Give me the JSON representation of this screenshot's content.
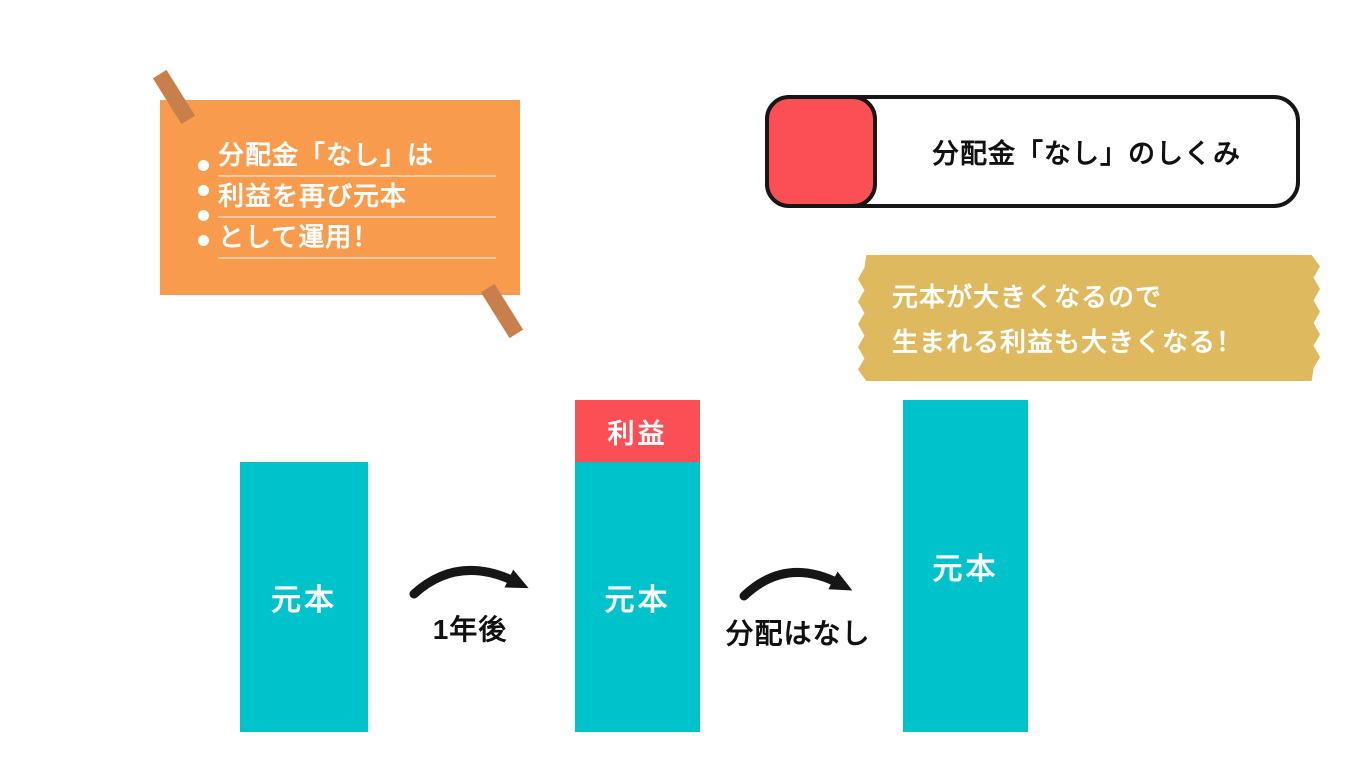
{
  "colors": {
    "sticky_orange": "#F89B4D",
    "tape_brown": "#C97F4B",
    "accent_red": "#FB4E55",
    "bar_teal": "#00C2CB",
    "callout_gold": "#DEB95D",
    "ink_black": "#161616",
    "background": "#FFFFFF"
  },
  "sticky_note": {
    "lines": [
      "分配金「なし」は",
      "利益を再び元本",
      "として運用！"
    ]
  },
  "title_banner": {
    "label": "分配金「なし」のしくみ"
  },
  "callout": {
    "line1": "元本が大きくなるので",
    "line2": "生まれる利益も大きくなる！"
  },
  "flow": {
    "bar1_label": "元本",
    "bar2_profit_label": "利益",
    "bar2_principal_label": "元本",
    "bar3_label": "元本",
    "arrow1_label": "1年後",
    "arrow2_label": "分配はなし"
  }
}
